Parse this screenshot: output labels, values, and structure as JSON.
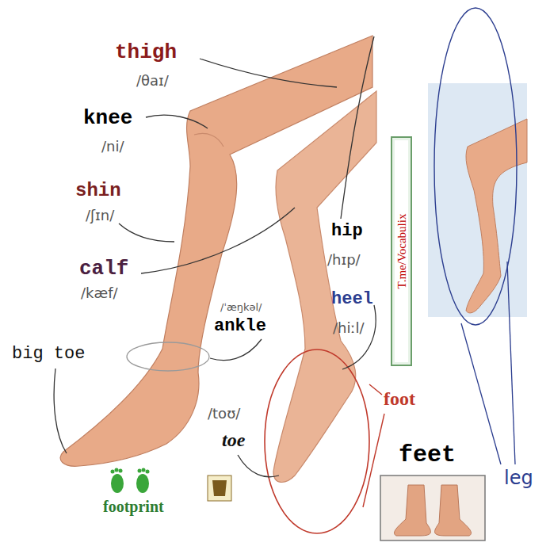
{
  "diagram": {
    "nodes": [
      {
        "text": [
          "T.me/Vocabulix"
        ]
      }
    ],
    "labels": [
      "thigh",
      "/θaɪ/",
      "knee",
      "/ni/",
      "shin",
      "/ʃɪn/",
      "calf",
      "/kæf/",
      "hip",
      "/hɪp/",
      "/ˈæŋkəl/",
      "ankle",
      "heel",
      "/hiːl/",
      "big toe",
      "/toʊ/",
      "toe",
      "foot",
      "feet",
      "leg",
      "footprint"
    ]
  }
}
